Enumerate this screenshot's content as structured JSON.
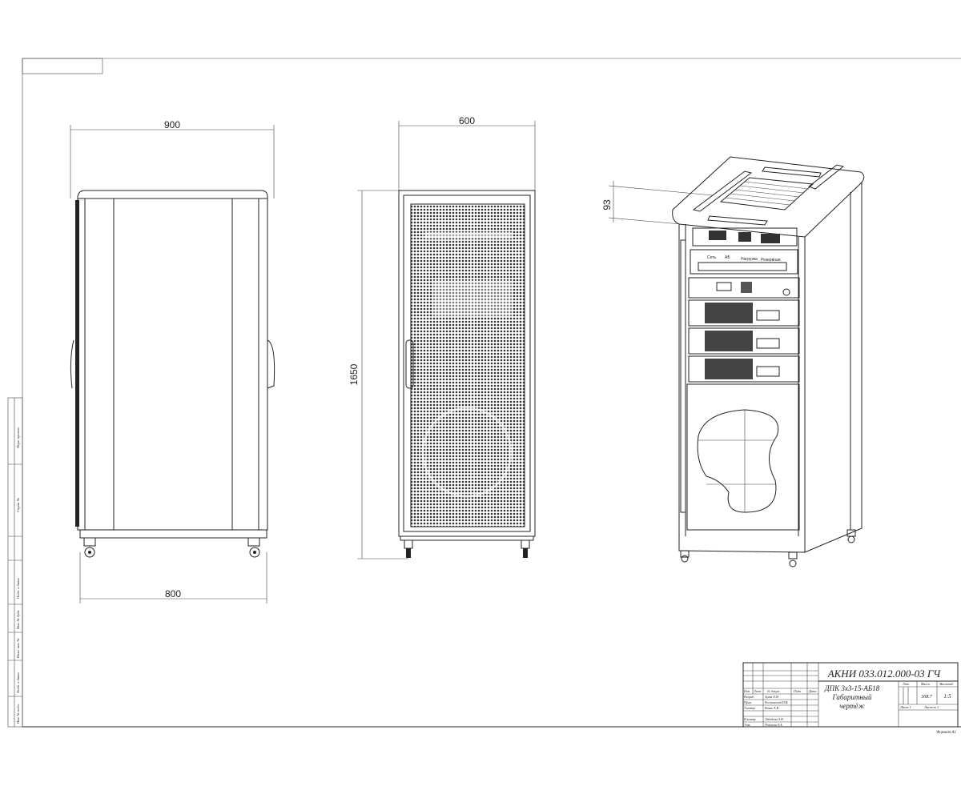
{
  "dimensions": {
    "width_side": "900",
    "depth_base": "800",
    "width_front": "600",
    "height": "1650",
    "top_offset": "93"
  },
  "side_strip": [
    "Перв. примен.",
    "Справ. №",
    "Подп. и дата",
    "Инв. № дубл.",
    "Взам. инв. №",
    "Подп. и дата",
    "Инв. № подл."
  ],
  "title_block": {
    "designation": "АКНИ 033.012.000-03 ГЧ",
    "name_line1": "ДПК 3х3-15-АБ18",
    "name_line2": "Габаритный",
    "name_line3": "чертёж",
    "headers": {
      "izm": "Изм.",
      "list": "Лист",
      "doc": "№ докум.",
      "sign": "Подп.",
      "date": "Дата",
      "lit": "Лит.",
      "mass": "Масса",
      "scale": "Масштаб"
    },
    "roles": [
      {
        "role": "Разраб.",
        "person": "Зуева О.В."
      },
      {
        "role": "Пров.",
        "person": "Рогозинский П.В."
      },
      {
        "role": "Т.контр.",
        "person": "Кенко А.В."
      },
      {
        "role": "Н.контр.",
        "person": "Лебедева А.В."
      },
      {
        "role": "Утв.",
        "person": "Порохин А.А."
      }
    ],
    "mass": "308.7",
    "scale": "1:5",
    "sheet": "Лист 1",
    "sheets": "Листов 1",
    "format": "Формат А1"
  },
  "panel_labels": [
    "Сеть",
    "АБ",
    "Нагрузка",
    "Резервная"
  ]
}
